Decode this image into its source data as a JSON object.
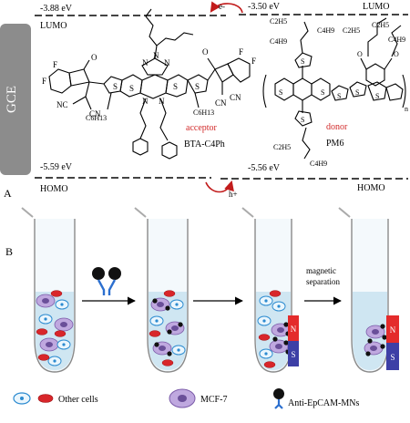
{
  "panel_a": {
    "label": "A",
    "electrode": "GCE",
    "acceptor": {
      "lumo_energy": "-3.88 eV",
      "homo_energy": "-5.59 eV",
      "lumo_label": "LUMO",
      "homo_label": "HOMO",
      "role": "acceptor",
      "name": "BTA-C4Ph",
      "substituents": {
        "hexyl_left": "C6H13",
        "hexyl_right": "C6H13",
        "fluoro_1": "F",
        "fluoro_2": "F",
        "fluoro_3": "F",
        "fluoro_4": "F",
        "nitrile_1": "NC",
        "nitrile_2": "CN",
        "nitrile_3": "CN",
        "nitrile_4": "CN",
        "nitrogen_1": "N",
        "nitrogen_2": "N",
        "nitrogen_3": "N",
        "nitrogen_4": "N",
        "nitrogen_5": "N",
        "sulfur_1": "S",
        "sulfur_2": "S",
        "sulfur_3": "S",
        "sulfur_4": "S",
        "oxygen_1": "O",
        "oxygen_2": "O"
      }
    },
    "donor": {
      "lumo_energy": "-3.50 eV",
      "homo_energy": "-5.56 eV",
      "lumo_label": "LUMO",
      "homo_label": "HOMO",
      "role": "donor",
      "name": "PM6",
      "repeat": "n",
      "substituents": {
        "ethyl_1": "C2H5",
        "ethyl_2": "C2H5",
        "ethyl_3": "C2H5",
        "ethyl_4": "C2H5",
        "butyl_1": "C4H9",
        "butyl_2": "C4H9",
        "butyl_3": "C4H9",
        "butyl_4": "C4H9",
        "oxygen_1": "O",
        "oxygen_2": "O",
        "sulfur_1": "S",
        "sulfur_2": "S",
        "sulfur_3": "S",
        "sulfur_4": "S",
        "sulfur_5": "S",
        "sulfur_6": "S",
        "sulfur_7": "S"
      }
    },
    "electron": "e-",
    "hole": "h+"
  },
  "panel_b": {
    "label": "B",
    "step_label_line1": "magnetic",
    "step_label_line2": "separation",
    "magnet_north": "N",
    "magnet_south": "S",
    "legend": {
      "other_cells": "Other cells",
      "mcf7": "MCF-7",
      "beads": "Anti-EpCAM-MNs"
    }
  },
  "colors": {
    "gce": "#8c8c8c",
    "red_label": "#d22a2a",
    "arrow_red": "#c21c1c",
    "tube_liquid": "#cfe6f2",
    "red_cell": "#d8262a",
    "mcf7": "#b9a3d9",
    "bead": "#111111",
    "antibody": "#2c6fcf",
    "magnet_north": "#e42b2b",
    "magnet_south": "#3d3fa6"
  }
}
